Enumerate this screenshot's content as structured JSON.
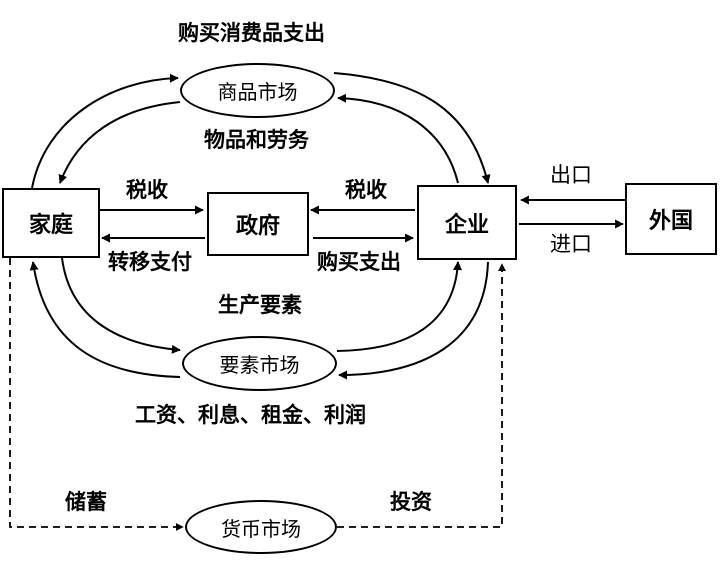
{
  "nodes": {
    "household": "家庭",
    "government": "政府",
    "firms": "企业",
    "foreign": "外国",
    "goods_market": "商品市场",
    "factor_market": "要素市场",
    "money_market": "货币市场"
  },
  "flows": {
    "consumer_spending": "购买消费品支出",
    "goods_services": "物品和劳务",
    "tax_household": "税收",
    "transfer_payments": "转移支付",
    "tax_firms": "税收",
    "government_purchases": "购买支出",
    "factors_of_production": "生产要素",
    "factor_income": "工资、利息、租金、利润",
    "exports": "出口",
    "imports": "进口",
    "savings": "储蓄",
    "investment": "投资"
  },
  "colors": {
    "line": "#000000",
    "background": "#ffffff"
  }
}
